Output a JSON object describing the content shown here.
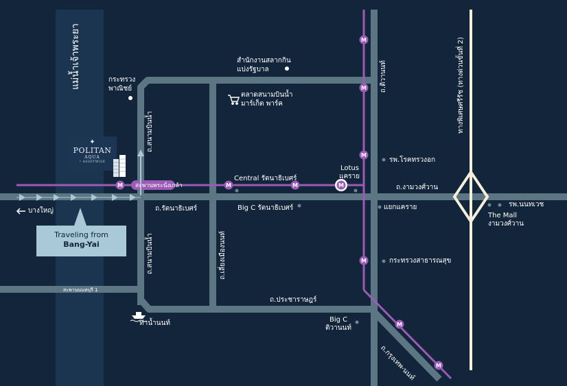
{
  "colors": {
    "background": "#13253a",
    "river": "#1b3550",
    "road": "#5d7684",
    "purple_line": "#9b5bb6",
    "highway": "#f3efda",
    "callout_bg": "#a9c8d8",
    "text": "#ffffff"
  },
  "river": {
    "label": "แม่น้ำเจ้าพระยา"
  },
  "project": {
    "logo_mark": "✦",
    "logo_name": "POLITAN",
    "logo_sub": "AQUA",
    "logo_brand": "• ASSETWISE"
  },
  "callout": {
    "line1": "Traveling from",
    "line2": "Bang-Yai"
  },
  "direction": {
    "arrow_icon": "left-arrow-icon",
    "label": "บางใหญ่"
  },
  "roads": {
    "bridge": "สะพานพระนั่งเกล้า",
    "sanambinnam_upper": "ถ.สนามบินน้ำ",
    "sanambinnam_lower": "ถ.สนามบินน้ำ",
    "rattanathibet": "ถ.รัตนาธิเบศร์",
    "tiwanon": "ถ.ติวานนท์",
    "ngamwongwan": "ถ.งามวงศ์วาน",
    "liang_mueang": "ถ.เลี่ยงเมืองนนท์",
    "pracharat": "ถ.ประชาราษฎร์",
    "krungthep_nonthaburi": "ถ.กรุงเทพ-นนท์",
    "expressway": "ทางพิเศษศรีรัช (ทางด่วนขั้นที่ 2)",
    "nonthaburi1_bridge": "สะพานนนทบุรี 1"
  },
  "places": {
    "lottery_office": "สำนักงานสลากกินแบ่งรัฐบาล",
    "commerce_ministry": "กระทรวงพาณิชย์",
    "market_line1": "ตลาดสนามบินน้ำ",
    "market_line2": "มาร์เก็ต พาร์ค",
    "central": "Central รัตนาธิเบศร์",
    "lotus_line1": "Lotus",
    "lotus_line2": "แคราย",
    "chest_hospital": "รพ.โรคทรวงอก",
    "khae_rai_junction": "แยกแคราย",
    "nonthavej": "รพ.นนทเวช",
    "the_mall_line1": "The Mall",
    "the_mall_line2": "งามวงศ์วาน",
    "bigc_rattanathibet": "Big C รัตนาธิเบศร์",
    "public_health": "กระทรวงสาธารณสุข",
    "bigc_tiwanon_line1": "Big C",
    "bigc_tiwanon_line2": "ติวานนท์",
    "pier": "ท่าน้ำนนท์"
  },
  "metro": {
    "marker_label": "M"
  }
}
